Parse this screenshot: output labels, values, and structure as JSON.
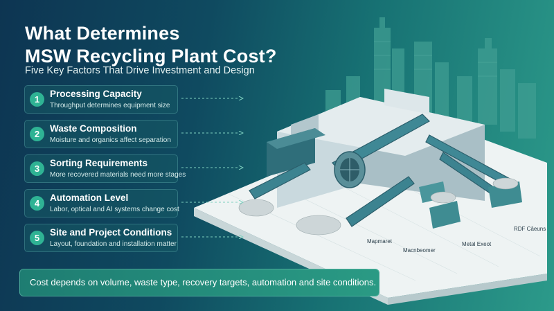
{
  "title": {
    "line1": "What Determines",
    "line2": "MSW Recycling Plant Cost?"
  },
  "subtitle": "Five Key Factors That Drive Investment and Design",
  "factors": [
    {
      "number": "1",
      "title": "Processing Capacity",
      "desc": "Throughput determines equipment size"
    },
    {
      "number": "2",
      "title": "Waste Composition",
      "desc": "Moisture and organics affect separation"
    },
    {
      "number": "3",
      "title": "Sorting Requirements",
      "desc": "More recovered materials need more stages"
    },
    {
      "number": "4",
      "title": "Automation Level",
      "desc": "Labor, optical and AI systems change cost"
    },
    {
      "number": "5",
      "title": "Site and Project Conditions",
      "desc": "Layout, foundation and installation matter"
    }
  ],
  "footer": "Cost depends on volume, waste type, recovery targets, automation and site conditions.",
  "illustration_labels": {
    "a": "Mapmaret",
    "b": "Macnbeomer",
    "c": "Metal Exeot",
    "d": "RDF Câeuns"
  },
  "colors": {
    "accent": "#2fb394",
    "background_dark": "#0d3552",
    "background_light": "#2c9a8a"
  }
}
